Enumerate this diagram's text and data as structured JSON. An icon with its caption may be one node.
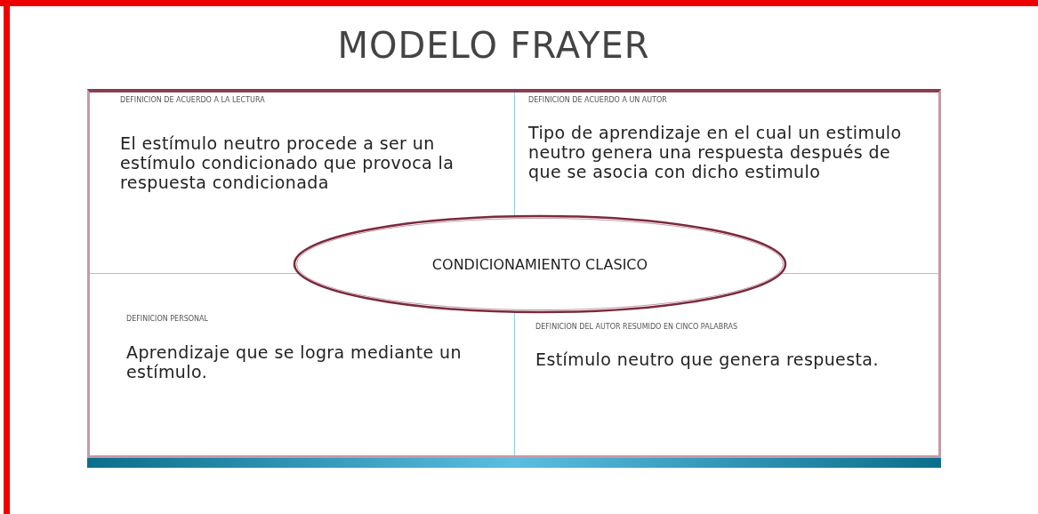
{
  "diagram": {
    "title": "MODELO FRAYER",
    "nodes": [
      {
        "text": [
          "DEFINICION DE ACUERDO A  LA LECTURA",
          "El estímulo neutro procede a ser un estímulo condicionado que provoca la respuesta condicionada"
        ]
      },
      {
        "text": [
          "DEFINICION DE ACUERDO A UN AUTOR",
          "Tipo de aprendizaje en el cual un estimulo neutro genera una respuesta después de que se asocia con dicho estimulo"
        ]
      },
      {
        "text": [
          "CONDICIONAMIENTO CLASICO"
        ]
      },
      {
        "text": [
          "DEFINICION PERSONAL",
          "Aprendizaje que se logra mediante  un estímulo."
        ]
      },
      {
        "text": [
          "DEFINICION DEL AUTOR RESUMIDO EN CINCO PALABRAS",
          "Estímulo neutro que genera respuesta."
        ]
      }
    ]
  }
}
